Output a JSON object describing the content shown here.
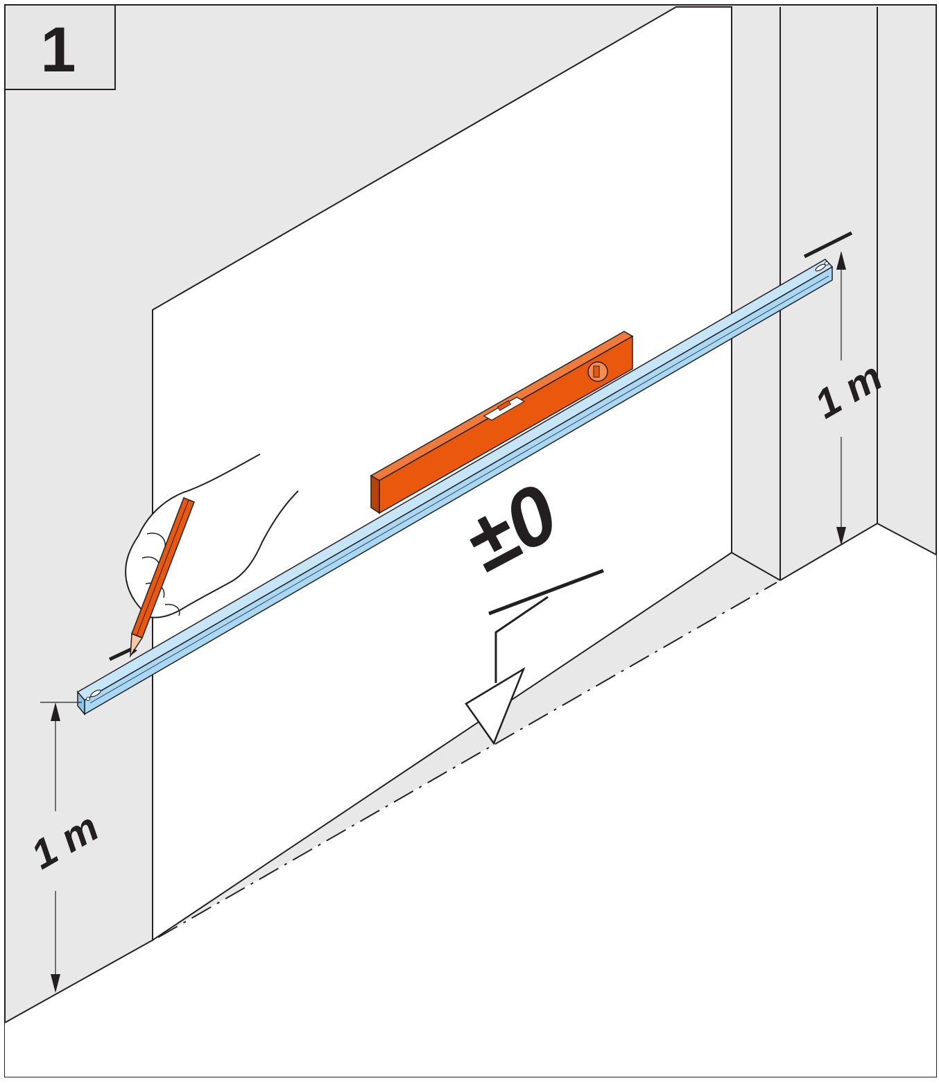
{
  "step": {
    "number": "1"
  },
  "dimensions": {
    "left_height": "1 m",
    "right_height": "1 m"
  },
  "level": {
    "symbol": "±0"
  },
  "colors": {
    "outline": "#231f20",
    "wall_grey": "#e8e8e9",
    "floor": "#ffffff",
    "rail": "#a9d8f4",
    "spirit_level": "#e9580c",
    "spirit_level_dark": "#b8430a",
    "badge_bg": "#e6e6e7"
  },
  "icons": [
    "pencil-icon",
    "hand-icon",
    "spirit-level-icon",
    "datum-triangle-icon"
  ]
}
